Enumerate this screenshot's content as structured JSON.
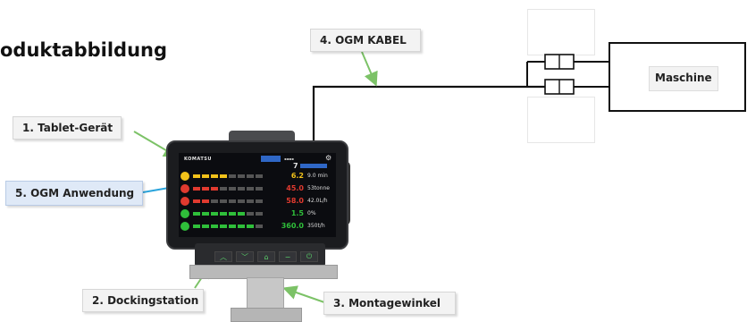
{
  "title": "oduktabbildung",
  "labels": {
    "tablet": "1. Tablet-Gerät",
    "docking": "2. Dockingstation",
    "mount": "3. Montagewinkel",
    "cable": "4. OGM KABEL",
    "app": "5. OGM Anwendung"
  },
  "machine": "Maschine",
  "screen": {
    "brand": "KOMATSU",
    "rows": [
      {
        "color": "#f2c21a",
        "value": "6.2",
        "unit": "9.0 min"
      },
      {
        "color": "#e03a2f",
        "value": "45.0",
        "unit": "53tonne"
      },
      {
        "color": "#e03a2f",
        "value": "58.0",
        "unit": "42.0L/h"
      },
      {
        "color": "#2fbf3a",
        "value": "1.5",
        "unit": "0%"
      },
      {
        "color": "#2fbf3a",
        "value": "360.0",
        "unit": "350t/h"
      }
    ]
  },
  "colors": {
    "arrow_green": "#7cc267",
    "arrow_blue": "#2aa4dc",
    "wire": "#111111"
  }
}
